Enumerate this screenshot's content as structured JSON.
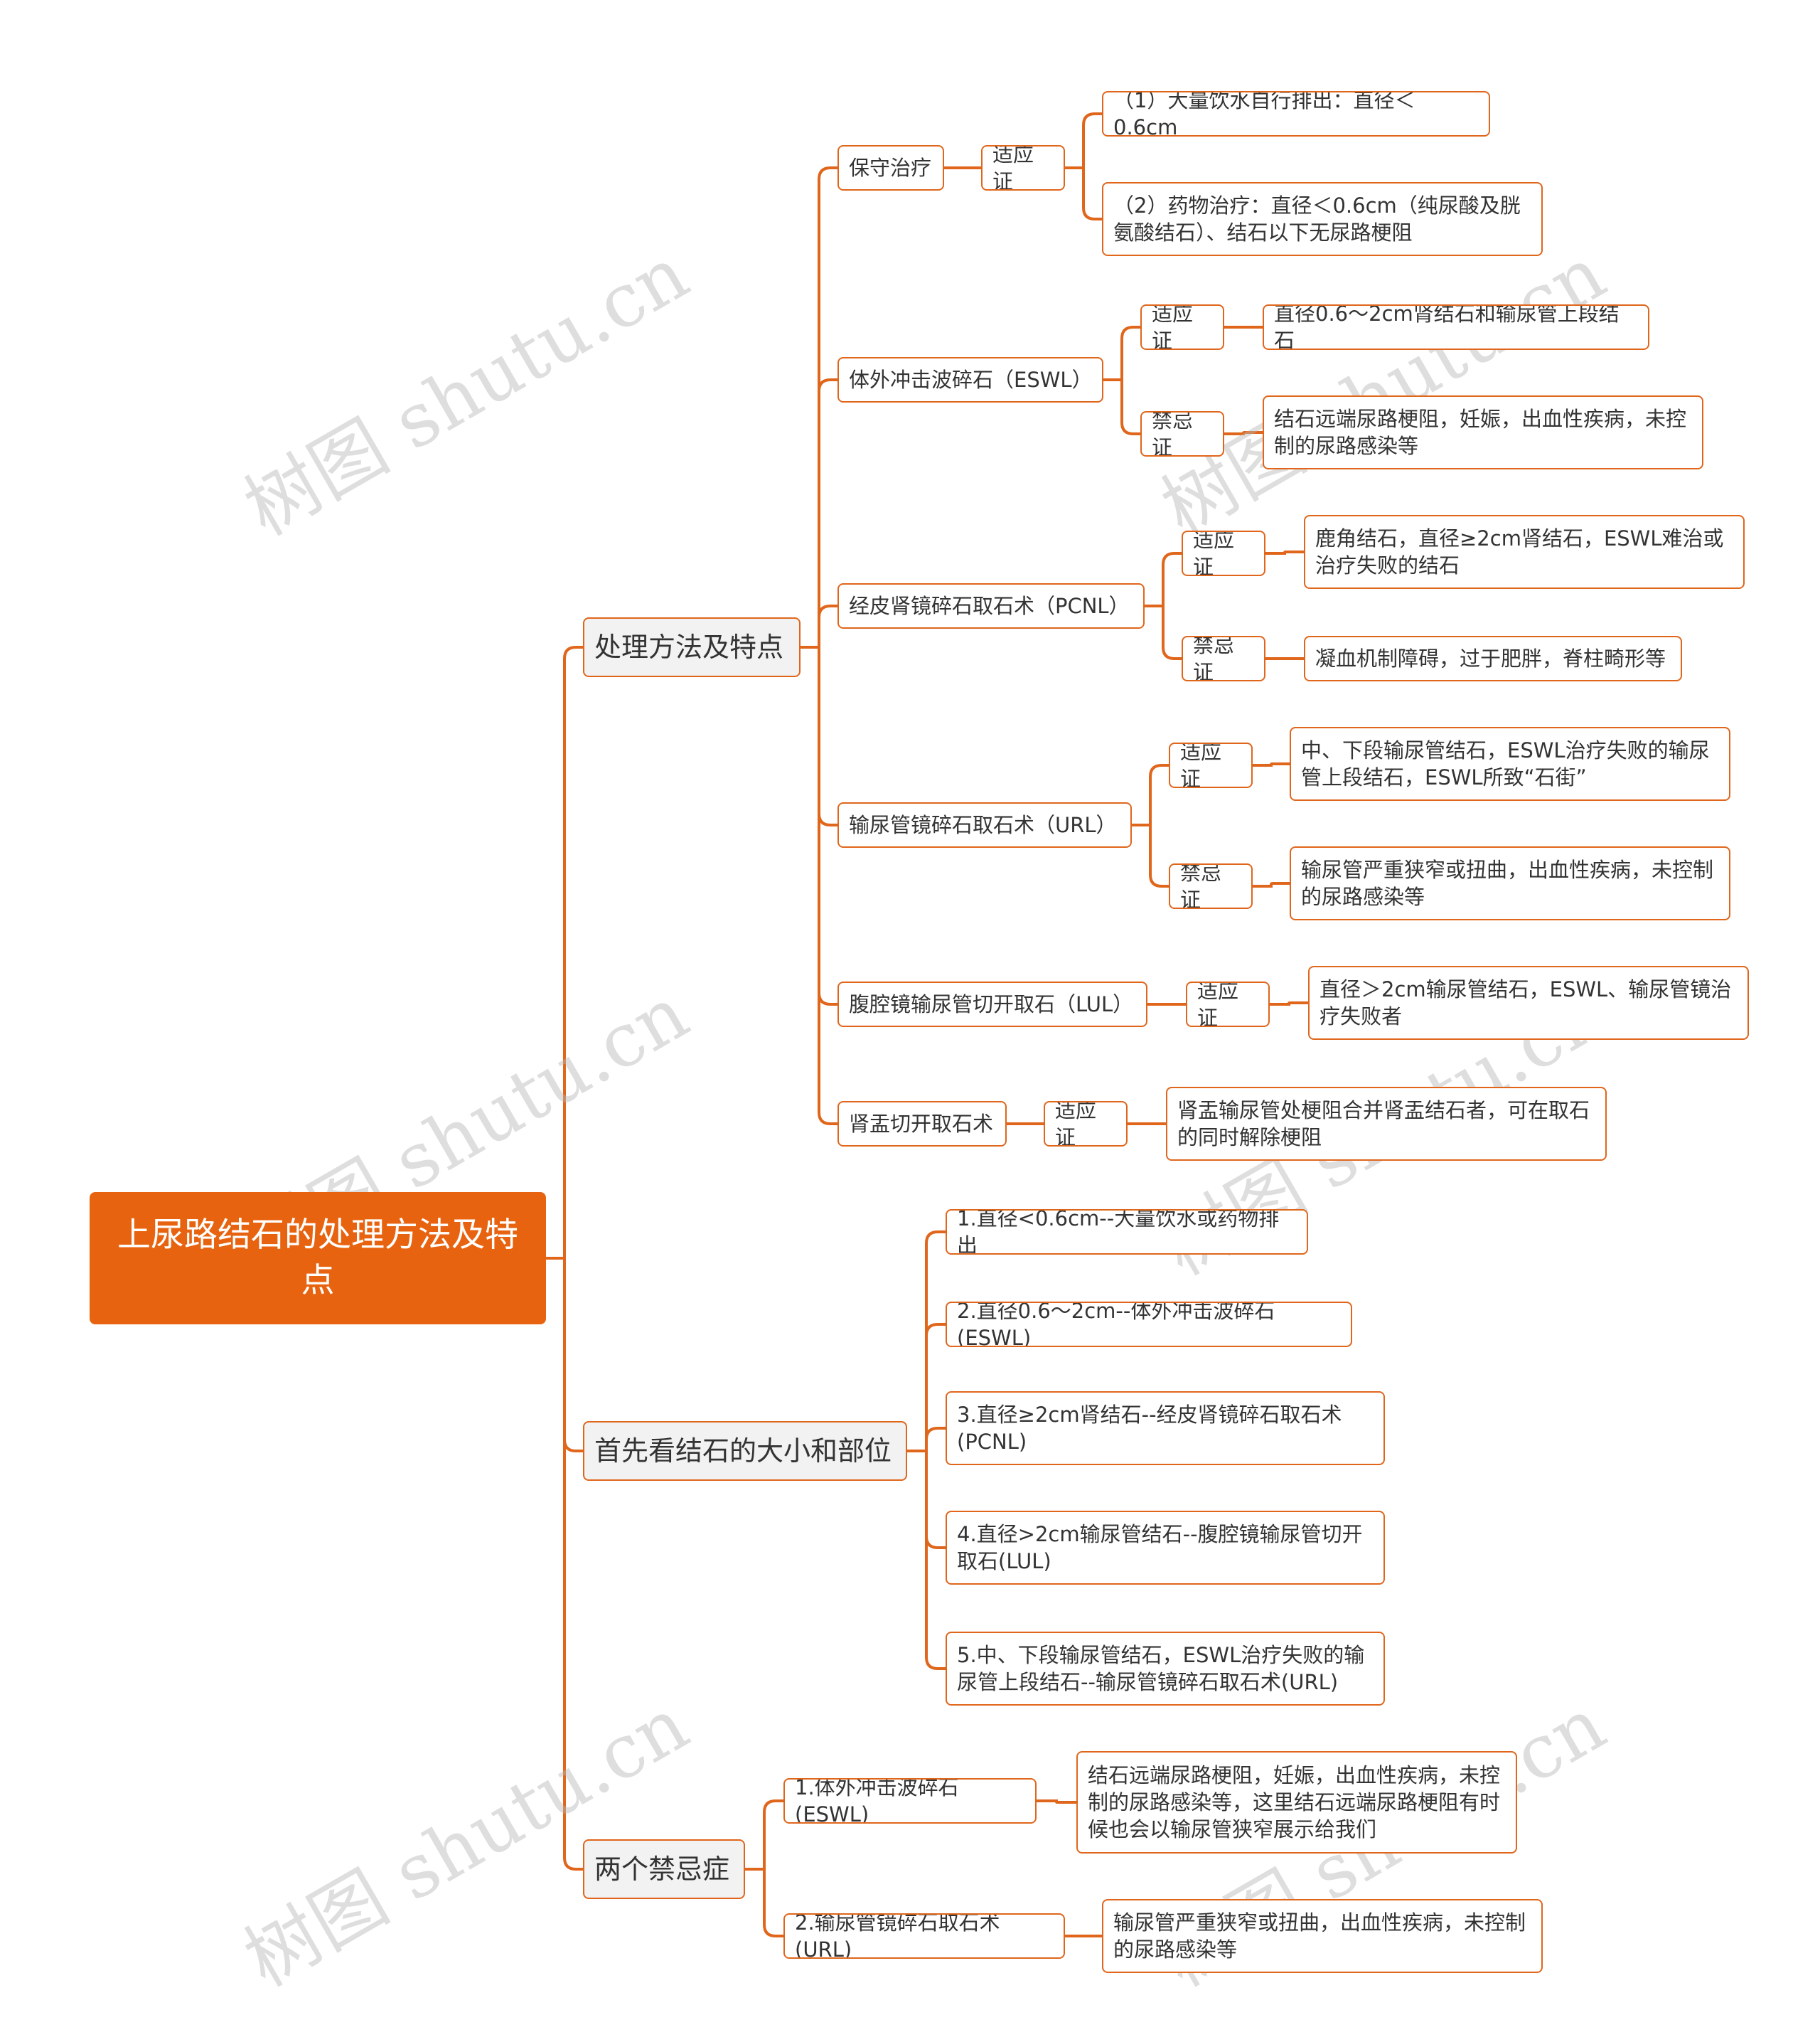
{
  "colors": {
    "accent": "#e8630f",
    "line": "#e0661c",
    "level1_fill": "#f2f2f2",
    "text": "#333333"
  },
  "watermark": "树图 shutu.cn",
  "root": {
    "label": "上尿路结石的处理方法及特点"
  },
  "branches": [
    {
      "label": "处理方法及特点",
      "children": [
        {
          "label": "保守治疗",
          "children": [
            {
              "label": "适应证",
              "children": [
                {
                  "label": "（1）大量饮水自行排出：直径＜0.6cm"
                },
                {
                  "label": "（2）药物治疗：直径＜0.6cm（纯尿酸及胱氨酸结石）、结石以下无尿路梗阻"
                }
              ]
            }
          ]
        },
        {
          "label": "体外冲击波碎石（ESWL）",
          "children": [
            {
              "label": "适应证",
              "children": [
                {
                  "label": "直径0.6～2cm肾结石和输尿管上段结石"
                }
              ]
            },
            {
              "label": "禁忌证",
              "children": [
                {
                  "label": "结石远端尿路梗阻，妊娠，出血性疾病，未控制的尿路感染等"
                }
              ]
            }
          ]
        },
        {
          "label": "经皮肾镜碎石取石术（PCNL）",
          "children": [
            {
              "label": "适应证",
              "children": [
                {
                  "label": "鹿角结石，直径≥2cm肾结石，ESWL难治或治疗失败的结石"
                }
              ]
            },
            {
              "label": "禁忌证",
              "children": [
                {
                  "label": "凝血机制障碍，过于肥胖，脊柱畸形等"
                }
              ]
            }
          ]
        },
        {
          "label": "输尿管镜碎石取石术（URL）",
          "children": [
            {
              "label": "适应证",
              "children": [
                {
                  "label": "中、下段输尿管结石，ESWL治疗失败的输尿管上段结石，ESWL所致“石街”"
                }
              ]
            },
            {
              "label": "禁忌证",
              "children": [
                {
                  "label": "输尿管严重狭窄或扭曲，出血性疾病，未控制的尿路感染等"
                }
              ]
            }
          ]
        },
        {
          "label": "腹腔镜输尿管切开取石（LUL）",
          "children": [
            {
              "label": "适应证",
              "children": [
                {
                  "label": "直径＞2cm输尿管结石，ESWL、输尿管镜治疗失败者"
                }
              ]
            }
          ]
        },
        {
          "label": "肾盂切开取石术",
          "children": [
            {
              "label": "适应证",
              "children": [
                {
                  "label": "肾盂输尿管处梗阻合并肾盂结石者，可在取石的同时解除梗阻"
                }
              ]
            }
          ]
        }
      ]
    },
    {
      "label": "首先看结石的大小和部位",
      "children": [
        {
          "label": "1.直径<0.6cm--大量饮水或药物排出"
        },
        {
          "label": "2.直径0.6～2cm--体外冲击波碎石(ESWL)"
        },
        {
          "label": "3.直径≥2cm肾结石--经皮肾镜碎石取石术(PCNL)"
        },
        {
          "label": "4.直径>2cm输尿管结石--腹腔镜输尿管切开取石(LUL)"
        },
        {
          "label": "5.中、下段输尿管结石，ESWL治疗失败的输尿管上段结石--输尿管镜碎石取石术(URL)"
        }
      ]
    },
    {
      "label": "两个禁忌症",
      "children": [
        {
          "label": "1.体外冲击波碎石(ESWL)",
          "children": [
            {
              "label": "结石远端尿路梗阻，妊娠，出血性疾病，未控制的尿路感染等，这里结石远端尿路梗阻有时候也会以输尿管狭窄展示给我们"
            }
          ]
        },
        {
          "label": "2.输尿管镜碎石取石术(URL)",
          "children": [
            {
              "label": "输尿管严重狭窄或扭曲，出血性疾病，未控制的尿路感染等"
            }
          ]
        }
      ]
    }
  ]
}
